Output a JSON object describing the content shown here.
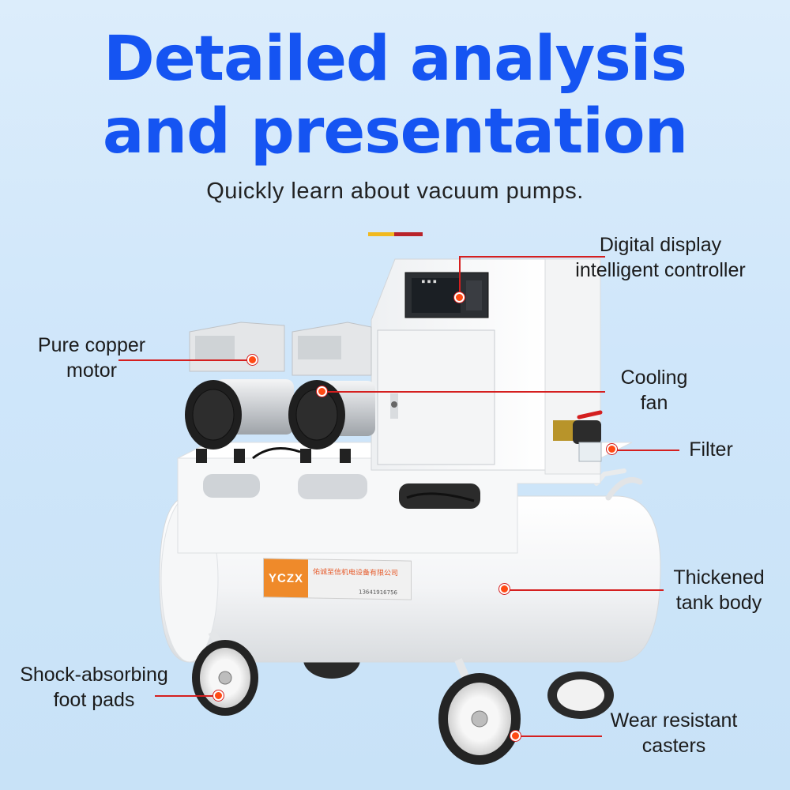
{
  "header": {
    "title_line1": "Detailed analysis",
    "title_line2": "and presentation",
    "subtitle": "Quickly learn about vacuum pumps."
  },
  "colors": {
    "title": "#1554f2",
    "accent_yellow": "#f1b91f",
    "accent_red": "#b9232a",
    "leader_line": "#d51f1f",
    "background": "#d4e9fa"
  },
  "product": {
    "brand_logo": "YCZX",
    "brand_company": "佑诚至信机电设备有限公司",
    "brand_phone": "13641916756"
  },
  "callouts": {
    "digital_display": {
      "line1": "Digital display",
      "line2": "intelligent controller"
    },
    "copper_motor": {
      "line1": "Pure copper",
      "line2": "motor"
    },
    "cooling_fan": {
      "line1": "Cooling",
      "line2": "fan"
    },
    "filter": {
      "line1": "Filter"
    },
    "tank_body": {
      "line1": "Thickened",
      "line2": "tank body"
    },
    "foot_pads": {
      "line1": "Shock-absorbing",
      "line2": "foot pads"
    },
    "casters": {
      "line1": "Wear resistant",
      "line2": "casters"
    }
  }
}
